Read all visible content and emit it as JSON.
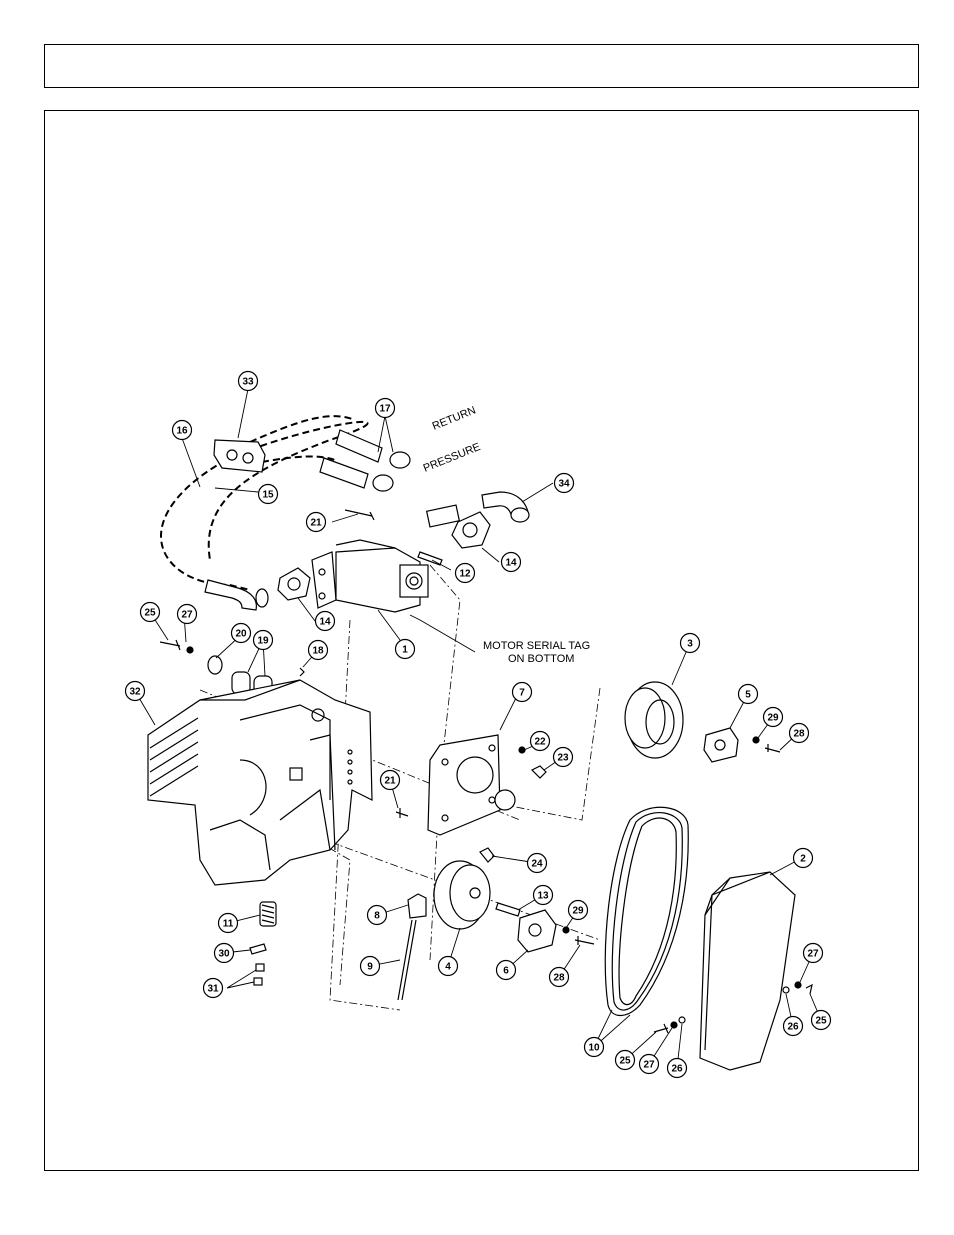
{
  "header": {
    "title": ""
  },
  "diagram": {
    "labels": {
      "return": "RETURN",
      "pressure": "PRESSURE",
      "motor_tag_line1": "MOTOR SERIAL TAG",
      "motor_tag_line2": "ON BOTTOM"
    },
    "callouts": [
      {
        "id": "c33",
        "num": "33"
      },
      {
        "id": "c16",
        "num": "16"
      },
      {
        "id": "c17",
        "num": "17"
      },
      {
        "id": "c15",
        "num": "15"
      },
      {
        "id": "c34",
        "num": "34"
      },
      {
        "id": "c21a",
        "num": "21"
      },
      {
        "id": "c14a",
        "num": "14"
      },
      {
        "id": "c12",
        "num": "12"
      },
      {
        "id": "c14b",
        "num": "14"
      },
      {
        "id": "c1",
        "num": "1"
      },
      {
        "id": "c25a",
        "num": "25"
      },
      {
        "id": "c27a",
        "num": "27"
      },
      {
        "id": "c20",
        "num": "20"
      },
      {
        "id": "c19",
        "num": "19"
      },
      {
        "id": "c18",
        "num": "18"
      },
      {
        "id": "c3",
        "num": "3"
      },
      {
        "id": "c32",
        "num": "32"
      },
      {
        "id": "c7",
        "num": "7"
      },
      {
        "id": "c5",
        "num": "5"
      },
      {
        "id": "c29a",
        "num": "29"
      },
      {
        "id": "c28a",
        "num": "28"
      },
      {
        "id": "c22",
        "num": "22"
      },
      {
        "id": "c23",
        "num": "23"
      },
      {
        "id": "c21b",
        "num": "21"
      },
      {
        "id": "c24",
        "num": "24"
      },
      {
        "id": "c2",
        "num": "2"
      },
      {
        "id": "c13",
        "num": "13"
      },
      {
        "id": "c29b",
        "num": "29"
      },
      {
        "id": "c8",
        "num": "8"
      },
      {
        "id": "c11",
        "num": "11"
      },
      {
        "id": "c4",
        "num": "4"
      },
      {
        "id": "c6",
        "num": "6"
      },
      {
        "id": "c28b",
        "num": "28"
      },
      {
        "id": "c9",
        "num": "9"
      },
      {
        "id": "c30",
        "num": "30"
      },
      {
        "id": "c31",
        "num": "31"
      },
      {
        "id": "c27b",
        "num": "27"
      },
      {
        "id": "c26a",
        "num": "26"
      },
      {
        "id": "c25b",
        "num": "25"
      },
      {
        "id": "c10",
        "num": "10"
      },
      {
        "id": "c25c",
        "num": "25"
      },
      {
        "id": "c27c",
        "num": "27"
      },
      {
        "id": "c26b",
        "num": "26"
      }
    ]
  }
}
